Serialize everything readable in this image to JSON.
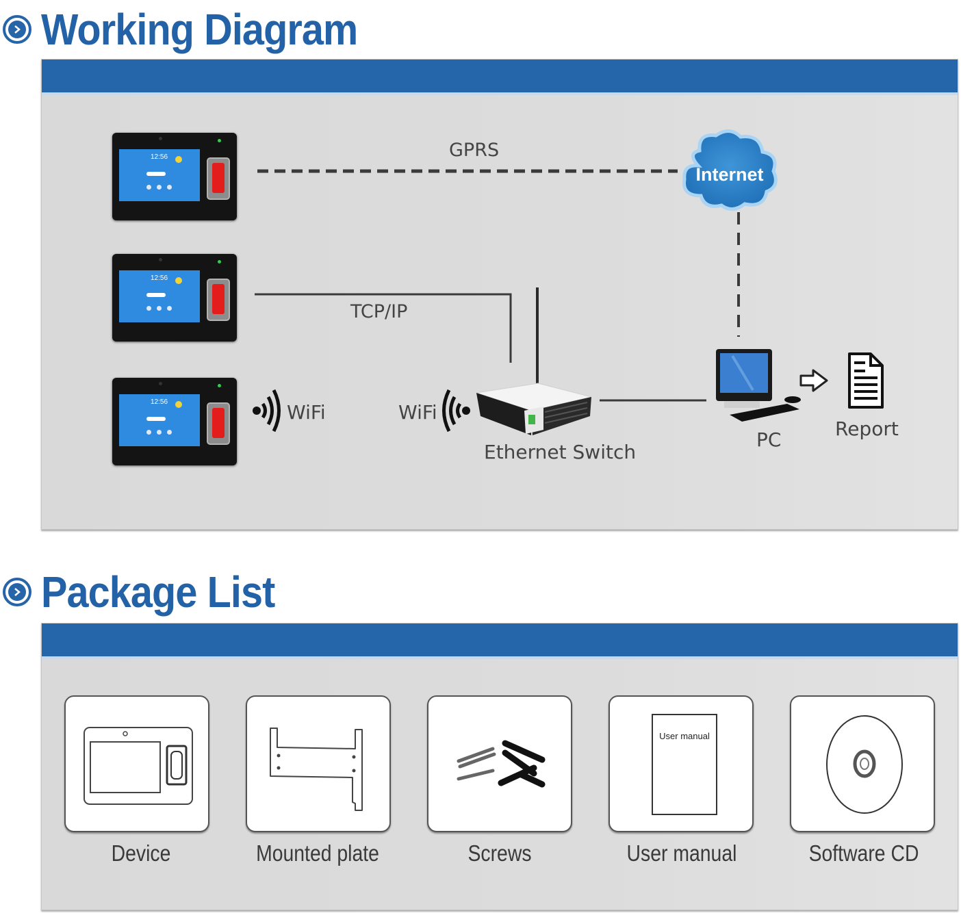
{
  "sections": {
    "working_diagram": {
      "title": "Working Diagram",
      "icon": "chevron-circle-icon"
    },
    "package_list": {
      "title": "Package List",
      "icon": "chevron-circle-icon"
    }
  },
  "diagram": {
    "devices": [
      {
        "name": "fingerprint-terminal-gprs",
        "clock": "12:56"
      },
      {
        "name": "fingerprint-terminal-tcpip",
        "clock": "12:56"
      },
      {
        "name": "fingerprint-terminal-wifi",
        "clock": "12:56"
      }
    ],
    "links": {
      "gprs": "GPRS",
      "tcpip": "TCP/IP",
      "wifi_device": "WiFi",
      "wifi_switch": "WiFi"
    },
    "nodes": {
      "internet": "Internet",
      "switch": "Ethernet Switch",
      "pc": "PC",
      "report": "Report"
    },
    "colors": {
      "brand_blue": "#2466a9",
      "cloud_blue": "#2f7fc6",
      "panel_gray": "#dadada"
    }
  },
  "package": {
    "items": [
      {
        "label": "Device",
        "icon": "device-outline-icon"
      },
      {
        "label": "Mounted plate",
        "icon": "mounting-plate-icon"
      },
      {
        "label": "Screws",
        "icon": "screws-icon"
      },
      {
        "label": "User manual",
        "icon": "manual-icon",
        "cover_text": "User manual"
      },
      {
        "label": "Software CD",
        "icon": "cd-icon"
      }
    ]
  }
}
